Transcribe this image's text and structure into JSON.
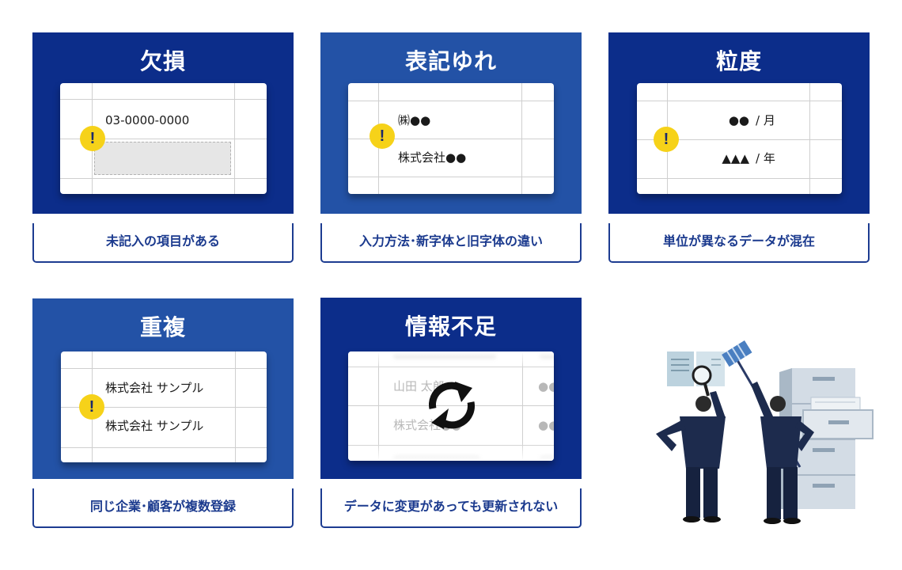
{
  "cards": {
    "missing": {
      "title": "欠損",
      "caption": "未記入の項目がある",
      "phone": "03-0000-0000",
      "badge": "!"
    },
    "notation": {
      "title": "表記ゆれ",
      "caption": "入力方法･新字体と旧字体の違い",
      "row1": "㈱●●",
      "row2": "株式会社●●",
      "badge": "!"
    },
    "granularity": {
      "title": "粒度",
      "caption": "単位が異なるデータが混在",
      "row1_value": "●●",
      "row1_unit": "/ 月",
      "row2_value": "▲▲▲",
      "row2_unit": "/ 年",
      "badge": "!"
    },
    "duplicate": {
      "title": "重複",
      "caption": "同じ企業･顧客が複数登録",
      "row1": "株式会社 サンプル",
      "row2": "株式会社 サンプル",
      "badge": "!"
    },
    "insufficient": {
      "title": "情報不足",
      "caption": "データに変更があっても更新されない",
      "row1_name": "山田 太郎",
      "row1_value": "●●",
      "row2_name": "株式会社●●",
      "row2_value": "●●",
      "icon": "refresh-icon"
    }
  },
  "illustration": {
    "icons": [
      "documents-icon",
      "magnifier-icon",
      "broom-icon",
      "filing-cabinet-icon",
      "businessman-icon"
    ]
  },
  "colors": {
    "dark_blue": "#0c2d8a",
    "medium_blue": "#2352a6",
    "badge_yellow": "#f6d219",
    "caption_text": "#1b3a8e"
  }
}
